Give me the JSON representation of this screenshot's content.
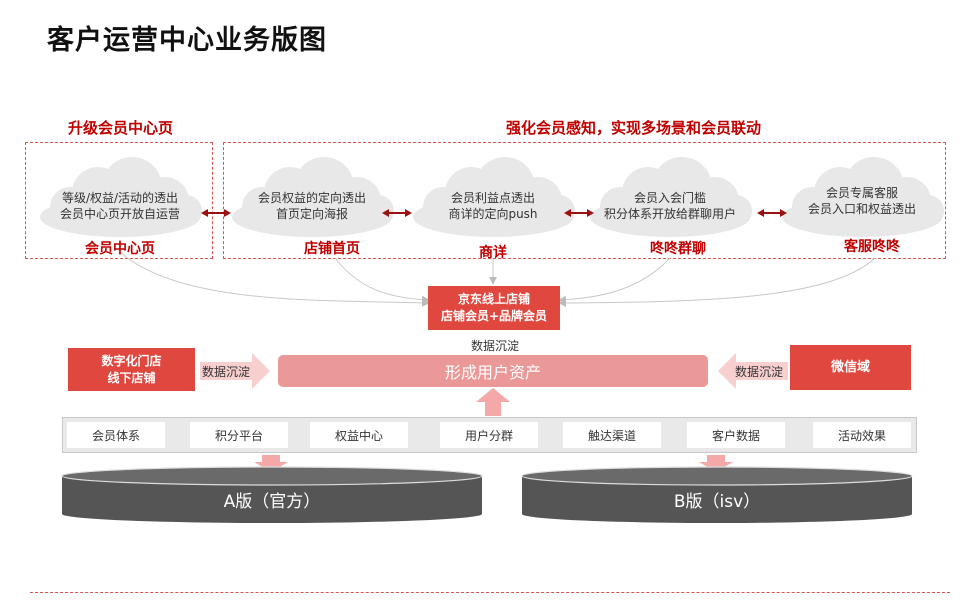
{
  "title": "客户运营中心业务版图",
  "sections": {
    "left_title": "升级会员中心页",
    "right_title": "强化会员感知，实现多场景和会员联动"
  },
  "clouds": [
    {
      "text": "等级/权益/活动的透出\n会员中心页开放自运营",
      "label": "会员中心页"
    },
    {
      "text": "会员权益的定向透出\n首页定向海报",
      "label": "店铺首页"
    },
    {
      "text": "会员利益点透出\n商详的定向push",
      "label": "商详"
    },
    {
      "text": "会员入会门槛\n积分体系开放给群聊用户",
      "label": "咚咚群聊"
    },
    {
      "text": "会员专属客服\n会员入口和权益透出",
      "label": "客服咚咚"
    }
  ],
  "center_box": {
    "line1": "京东线上店铺",
    "line2": "店铺会员+品牌会员"
  },
  "data_sink": "数据沉淀",
  "offline_box": {
    "line1": "数字化门店",
    "line2": "线下店铺"
  },
  "wechat_box": "微信域",
  "asset_bar": "形成用户资产",
  "modules": [
    "会员体系",
    "积分平台",
    "权益中心",
    "用户分群",
    "触达渠道",
    "客户数据",
    "活动效果"
  ],
  "platforms": {
    "a": "A版（官方）",
    "b": "B版（isv）"
  },
  "colors": {
    "accent": "#e0483f",
    "title_red": "#c00000",
    "pink": "#ea9898",
    "cylinder": "#555555"
  }
}
